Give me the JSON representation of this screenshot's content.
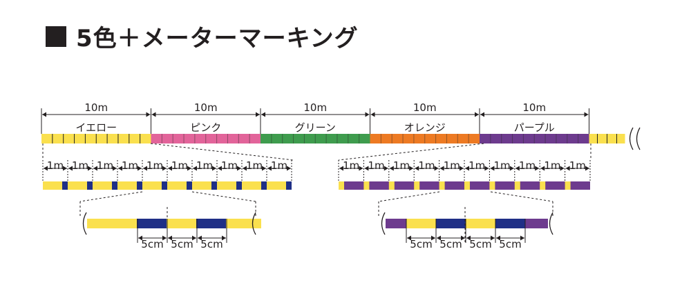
{
  "header": {
    "title": "5色＋メーターマーキング"
  },
  "segments": [
    {
      "length": "10m",
      "name": "イエロー",
      "color": "#fae04e"
    },
    {
      "length": "10m",
      "name": "ピンク",
      "color": "#e2649a"
    },
    {
      "length": "10m",
      "name": "グリーン",
      "color": "#3f9c4e"
    },
    {
      "length": "10m",
      "name": "オレンジ",
      "color": "#ed7a23"
    },
    {
      "length": "10m",
      "name": "パープル",
      "color": "#6d3b8e"
    }
  ],
  "meter_label": "1m",
  "detail_label": "5cm",
  "colors": {
    "ink": "#231f20",
    "yellow": "#fae04e",
    "navy": "#1f2f86",
    "purple": "#6d3b8e"
  }
}
